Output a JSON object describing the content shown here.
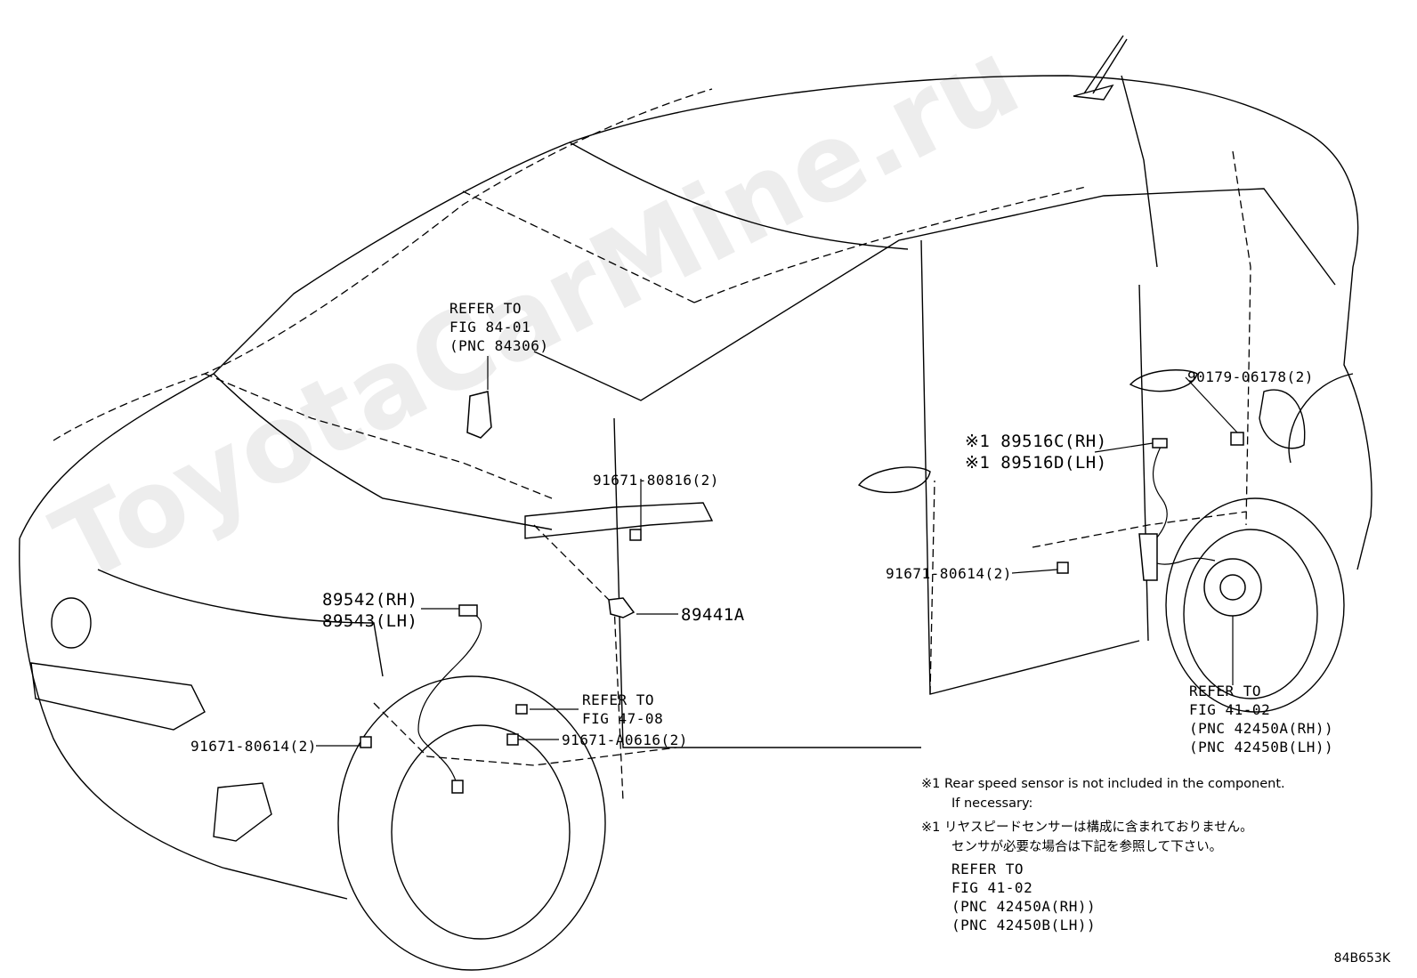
{
  "watermark": "ToyotaCarMine.ru",
  "diagram_code": "84B653K",
  "callouts": {
    "refer_84_01": [
      "REFER TO",
      "FIG 84-01",
      "(PNC 84306)"
    ],
    "bolt_80816": "91671-80816(2)",
    "sensor_front": [
      "89542(RH)",
      "89543(LH)"
    ],
    "sensor_89441a": "89441A",
    "refer_47_08": [
      "REFER TO",
      "FIG 47-08"
    ],
    "bolt_80614_front": "91671-80614(2)",
    "bolt_a0616": "91671-A0616(2)",
    "rear_sensor": [
      "※1 89516C(RH)",
      "※1 89516D(LH)"
    ],
    "bolt_80614_rear": "91671-80614(2)",
    "clip_06178": "90179-06178(2)",
    "refer_41_02": [
      "REFER TO",
      "FIG 41-02",
      "(PNC 42450A(RH))",
      "(PNC 42450B(LH))"
    ]
  },
  "notes": {
    "en_mark": "※1",
    "en_line1": "Rear speed sensor is not included in the component.",
    "en_line2": "If necessary:",
    "jp_mark": "※1",
    "jp_line1": "リヤスピードセンサーは構成に含まれておりません。",
    "jp_line2": "センサが必要な場合は下記を参照して下さい。",
    "refer": [
      "REFER TO",
      "FIG 41-02",
      "(PNC 42450A(RH))",
      "(PNC 42450B(LH))"
    ]
  }
}
